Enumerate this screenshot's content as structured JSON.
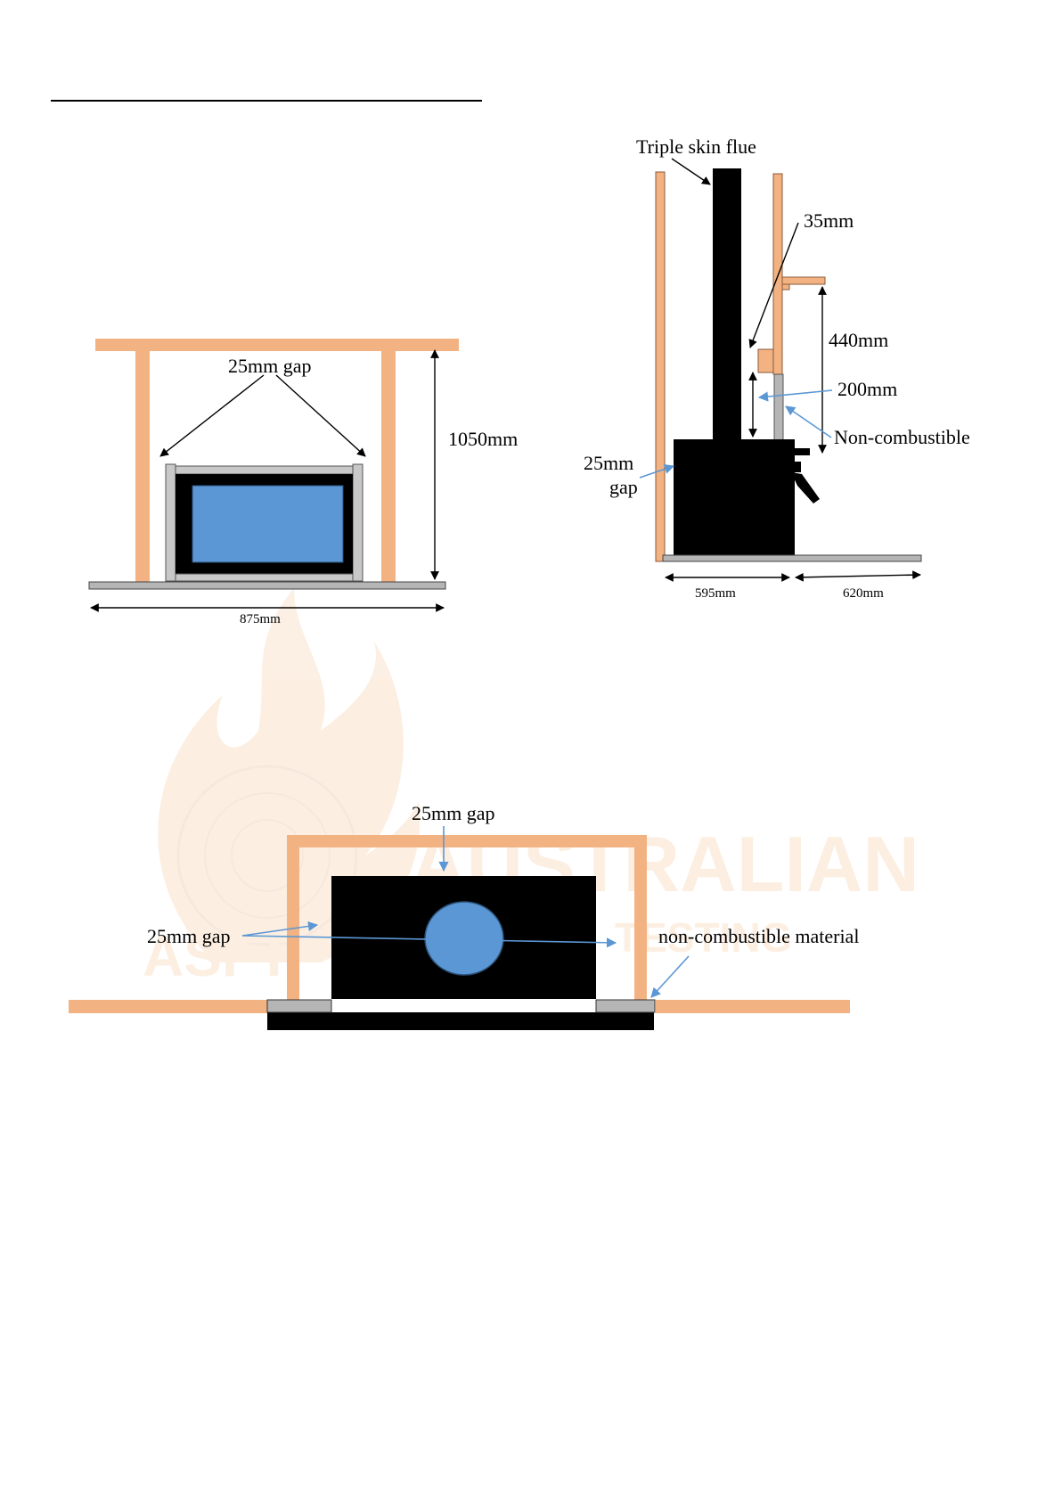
{
  "colors": {
    "timber": "#f3b282",
    "hearth": "#b5b5b5",
    "stove": "#000000",
    "glass": "#5b97d4",
    "pointer": "#5b97d4",
    "watermark": "#f6c79a"
  },
  "watermark": {
    "word1": "AUSTRALIAN",
    "word2": "ASFT",
    "word3": "TESTING"
  },
  "front_view": {
    "gap_label": "25mm gap",
    "height_label": "1050mm",
    "width_label": "875mm"
  },
  "side_view": {
    "flue_label": "Triple skin flue",
    "label_35": "35mm",
    "label_440": "440mm",
    "label_200": "200mm",
    "noncomb_label": "Non-combustible",
    "gap_label_line1": "25mm",
    "gap_label_line2": "gap",
    "depth_label": "595mm",
    "hearth_label": "620mm"
  },
  "plan_view": {
    "top_gap_label": "25mm gap",
    "side_gap_label": "25mm gap",
    "noncomb_label": "non-combustible material"
  }
}
